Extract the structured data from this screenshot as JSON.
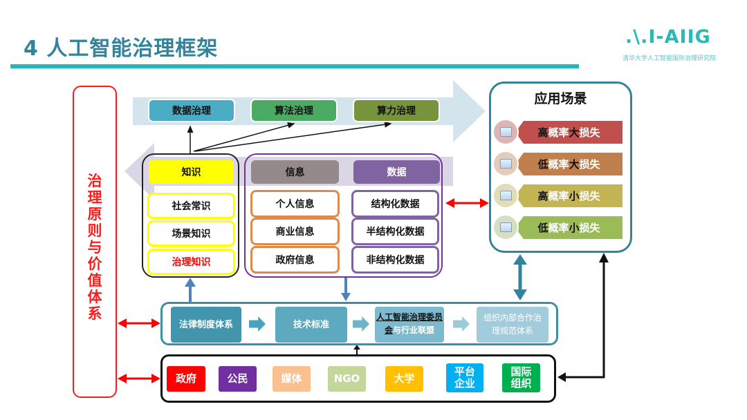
{
  "header": {
    "title": "4 人工智能治理框架",
    "logo_text": ".\\.I-AIIG",
    "logo_subtitle": "清华大学人工智能国际治理研究院"
  },
  "principles": {
    "label": "治理原则与价值体系"
  },
  "governance_arrow": {
    "items": [
      {
        "label": "数据治理",
        "color": "#4bacc6"
      },
      {
        "label": "算法治理",
        "color": "#4bab63"
      },
      {
        "label": "算力治理",
        "color": "#77933c"
      }
    ]
  },
  "knowledge": {
    "header": "知识",
    "header_color": "#ffff00",
    "items": [
      {
        "label": "社会常识",
        "color": "#111111"
      },
      {
        "label": "场景知识",
        "color": "#111111"
      },
      {
        "label": "治理知识",
        "color": "#ff0000"
      }
    ]
  },
  "information": {
    "header": "信息",
    "header_color": "#948a8a",
    "items": [
      "个人信息",
      "商业信息",
      "政府信息"
    ]
  },
  "data": {
    "header": "数据",
    "header_color": "#8064a2",
    "items": [
      "结构化数据",
      "半结构化数据",
      "非结构化数据"
    ]
  },
  "scenarios": {
    "title": "应用场景",
    "items": [
      {
        "parts": [
          "高",
          "概率",
          "大",
          "损失"
        ],
        "color": "#c0504d",
        "circle": "#dcb5b5"
      },
      {
        "parts": [
          "低",
          "概率",
          "大",
          "损失"
        ],
        "color": "#c0804d",
        "circle": "#e2cdbb"
      },
      {
        "parts": [
          "高",
          "概率",
          "小",
          "损失"
        ],
        "color": "#c3b454",
        "circle": "#e2dcb8"
      },
      {
        "parts": [
          "低",
          "概率",
          "小",
          "损失"
        ],
        "color": "#9bbb59",
        "circle": "#d6dfc3"
      }
    ]
  },
  "standards": {
    "items": [
      {
        "label": "法律制度体系",
        "color": "#4195ad"
      },
      {
        "label": "技术标准",
        "color": "#5da9c0"
      },
      {
        "label_underlined": "人工智能治理委员会",
        "label_rest": "与行业联盟",
        "color": "#7db9cf"
      },
      {
        "label": "组织内部合作治理规范体系",
        "color": "#a2cbdc"
      }
    ]
  },
  "actors": {
    "items": [
      {
        "label": "政府",
        "color": "#ff0000"
      },
      {
        "label": "公民",
        "color": "#7030a0"
      },
      {
        "label": "媒体",
        "color": "#fac090"
      },
      {
        "label": "NGO",
        "color": "#c3d69b"
      },
      {
        "label": "大学",
        "color": "#ffc000"
      },
      {
        "label": "平台企业",
        "color": "#00b0f0"
      },
      {
        "label": "国际组织",
        "color": "#00b050"
      }
    ]
  }
}
